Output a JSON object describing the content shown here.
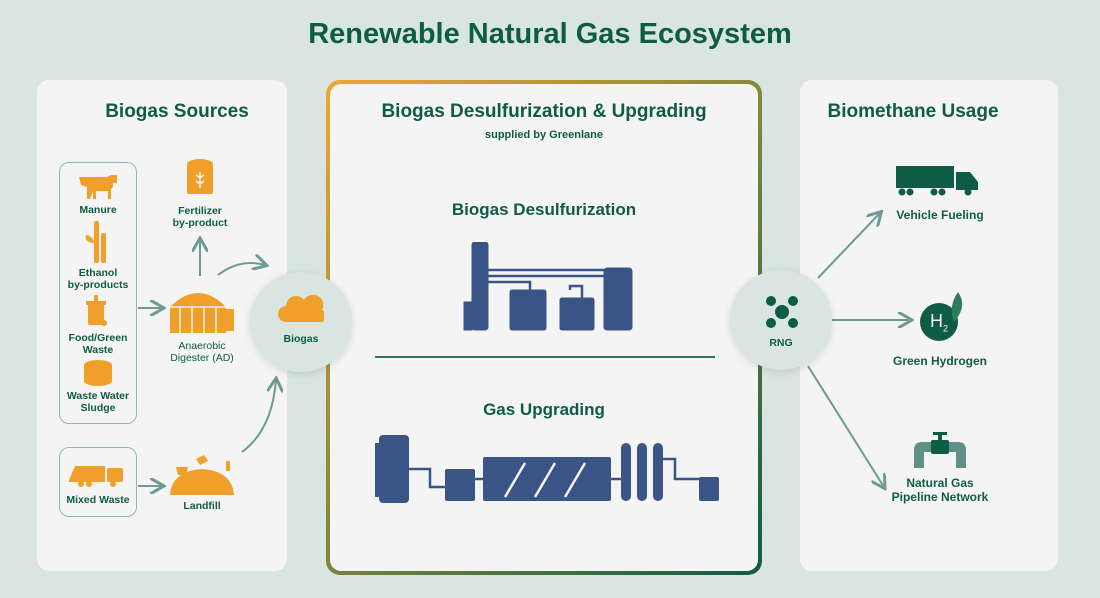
{
  "title": "Renewable Natural Gas Ecosystem",
  "sources": {
    "heading": "Biogas Sources",
    "manure": "Manure",
    "ethanol": "Ethanol\nby-products",
    "food": "Food/Green\nWaste",
    "sludge": "Waste Water\nSludge",
    "mixed": "Mixed Waste",
    "fertilizer": "Fertilizer\nby-product",
    "digester": "Anaerobic\nDigester (AD)",
    "landfill": "Landfill",
    "biogas": "Biogas"
  },
  "center": {
    "heading": "Biogas Desulfurization & Upgrading",
    "supplier": "supplied by Greenlane",
    "desulf": "Biogas Desulfurization",
    "upgrading": "Gas Upgrading"
  },
  "usage": {
    "heading": "Biomethane Usage",
    "rng": "RNG",
    "vehicle": "Vehicle Fueling",
    "hydrogen": "Green Hydrogen",
    "h2": "H",
    "h2sub": "2",
    "pipeline": "Natural Gas\nPipeline Network"
  },
  "colors": {
    "orange": "#f0a02a",
    "green": "#0f5c46",
    "navy": "#3a5585",
    "arrow": "#6e9a96"
  }
}
